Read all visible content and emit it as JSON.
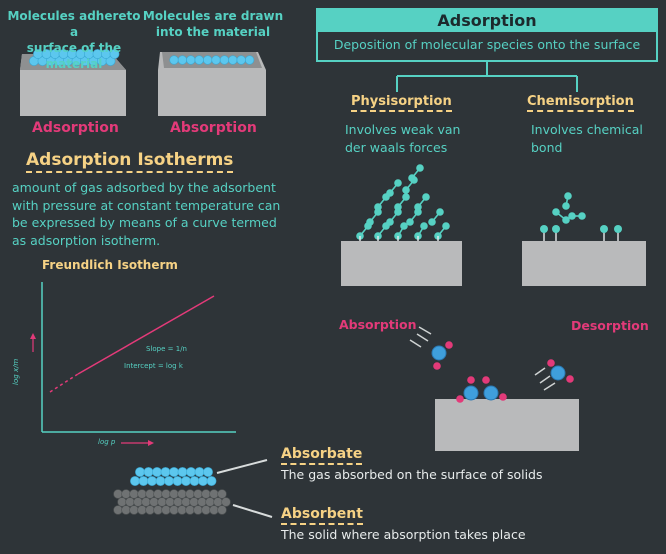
{
  "top_left": {
    "adsorption_caption": "Molecules adhereto a\nsurface of the material",
    "absorption_caption": "Molecules are drawn\ninto the material",
    "adsorption_label": "Adsorption",
    "absorption_label": "Absorption"
  },
  "isotherms": {
    "heading": "Adsorption Isotherms",
    "body": "amount of gas adsorbed by the adsorbent\nwith pressure at constant temperature can\nbe expressed by means of a curve termed\nas adsorption isotherm."
  },
  "freundlich": {
    "title": "Freundlich Isotherm",
    "slope_label": "Slope = 1/n",
    "intercept_label": "Intercept = log k",
    "xlabel": "log p",
    "ylabel": "log x/m"
  },
  "tree": {
    "title": "Adsorption",
    "definition": "Deposition of molecular species onto the surface",
    "physisorption": "Physisorption",
    "physisorption_desc": "Involves weak van\nder waals forces",
    "chemisorption": "Chemisorption",
    "chemisorption_desc": "Involves chemical\nbond"
  },
  "process": {
    "absorption": "Absorption",
    "desorption": "Desorption"
  },
  "bottom": {
    "absorbate_title": "Absorbate",
    "absorbate_desc": "The gas absorbed on the surface of solids",
    "absorbent_title": "Absorbent",
    "absorbent_desc": "The solid where absorption takes place"
  },
  "colors": {
    "background": "#2e3438",
    "teal": "#56d1c3",
    "yellow": "#f6d285",
    "pink": "#e33a79",
    "block_grey": "#b9babb",
    "molecule_blue": "#5cc7ee"
  }
}
